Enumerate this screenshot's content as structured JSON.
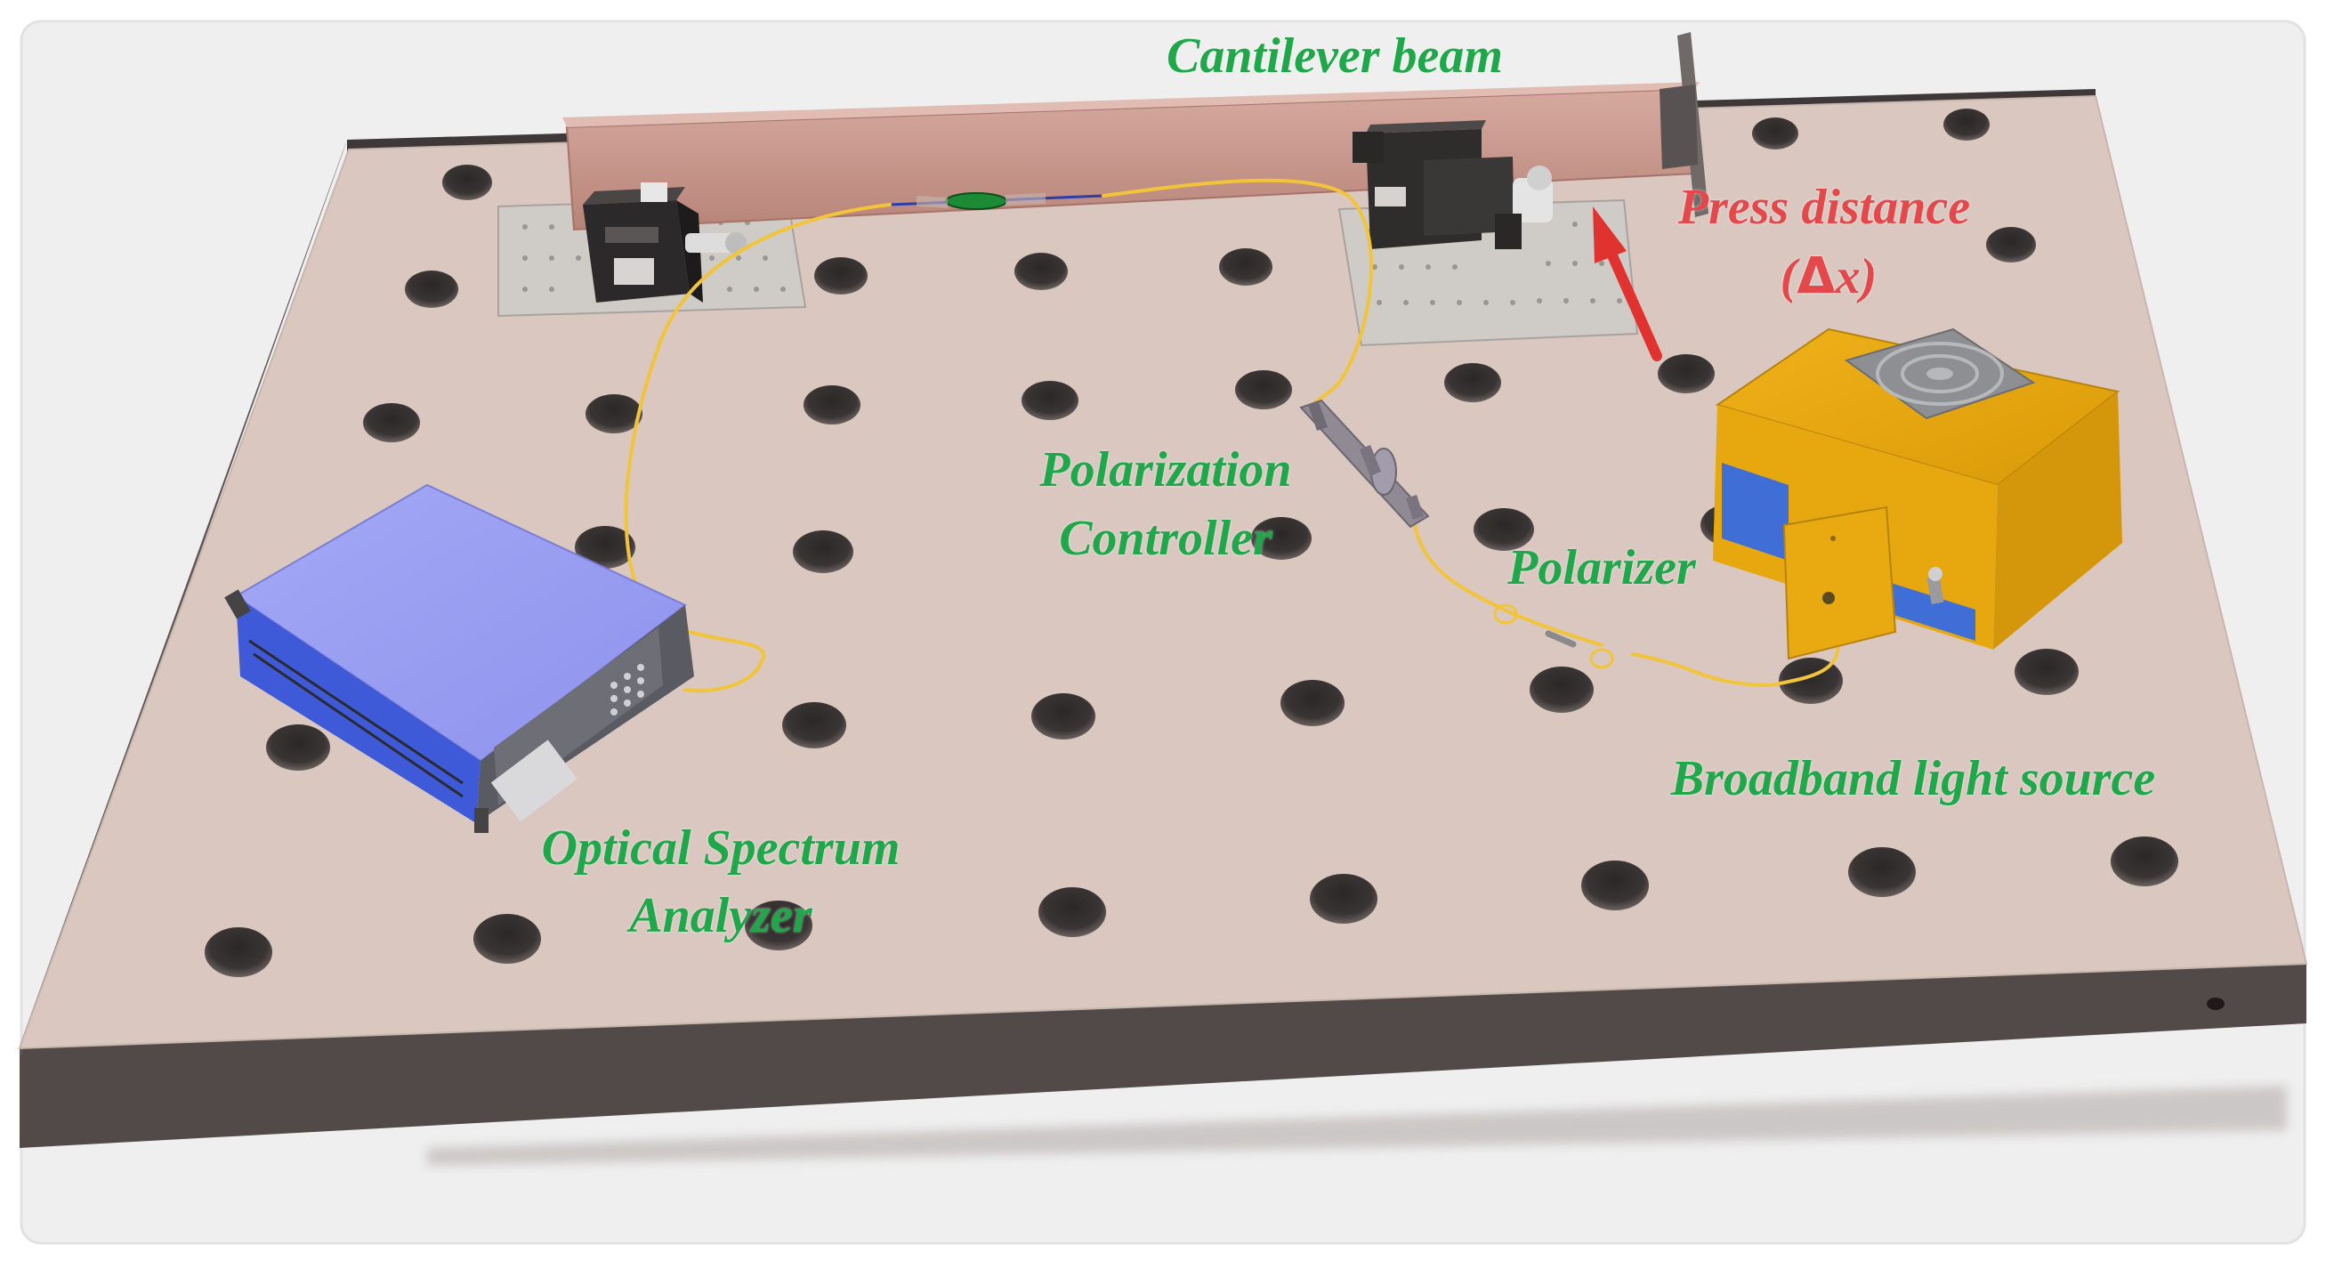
{
  "labels": {
    "cantilever_beam": "Cantilever beam",
    "press_distance": "Press distance",
    "delta_open": "(",
    "delta_symbol": "Δ",
    "delta_var": "x",
    "delta_close": ")",
    "polarization_controller_line1": "Polarization",
    "polarization_controller_line2": "Controller",
    "polarizer": "Polarizer",
    "broadband_light_source": "Broadband light source",
    "osa_line1": "Optical Spectrum",
    "osa_line2": "Analyzer"
  },
  "colors": {
    "label_green": "#1fa84a",
    "label_red": "#e5484a",
    "table_top": "#d9c7c0",
    "table_edge": "#514a48",
    "beam": "#c99a90",
    "fiber": "#f2c43a",
    "light_source_body": "#e6a80e",
    "light_source_side": "#3f6fd6",
    "osa_body": "#9a9ff2",
    "osa_front": "#5a5a62",
    "arrow": "#e0322e"
  }
}
